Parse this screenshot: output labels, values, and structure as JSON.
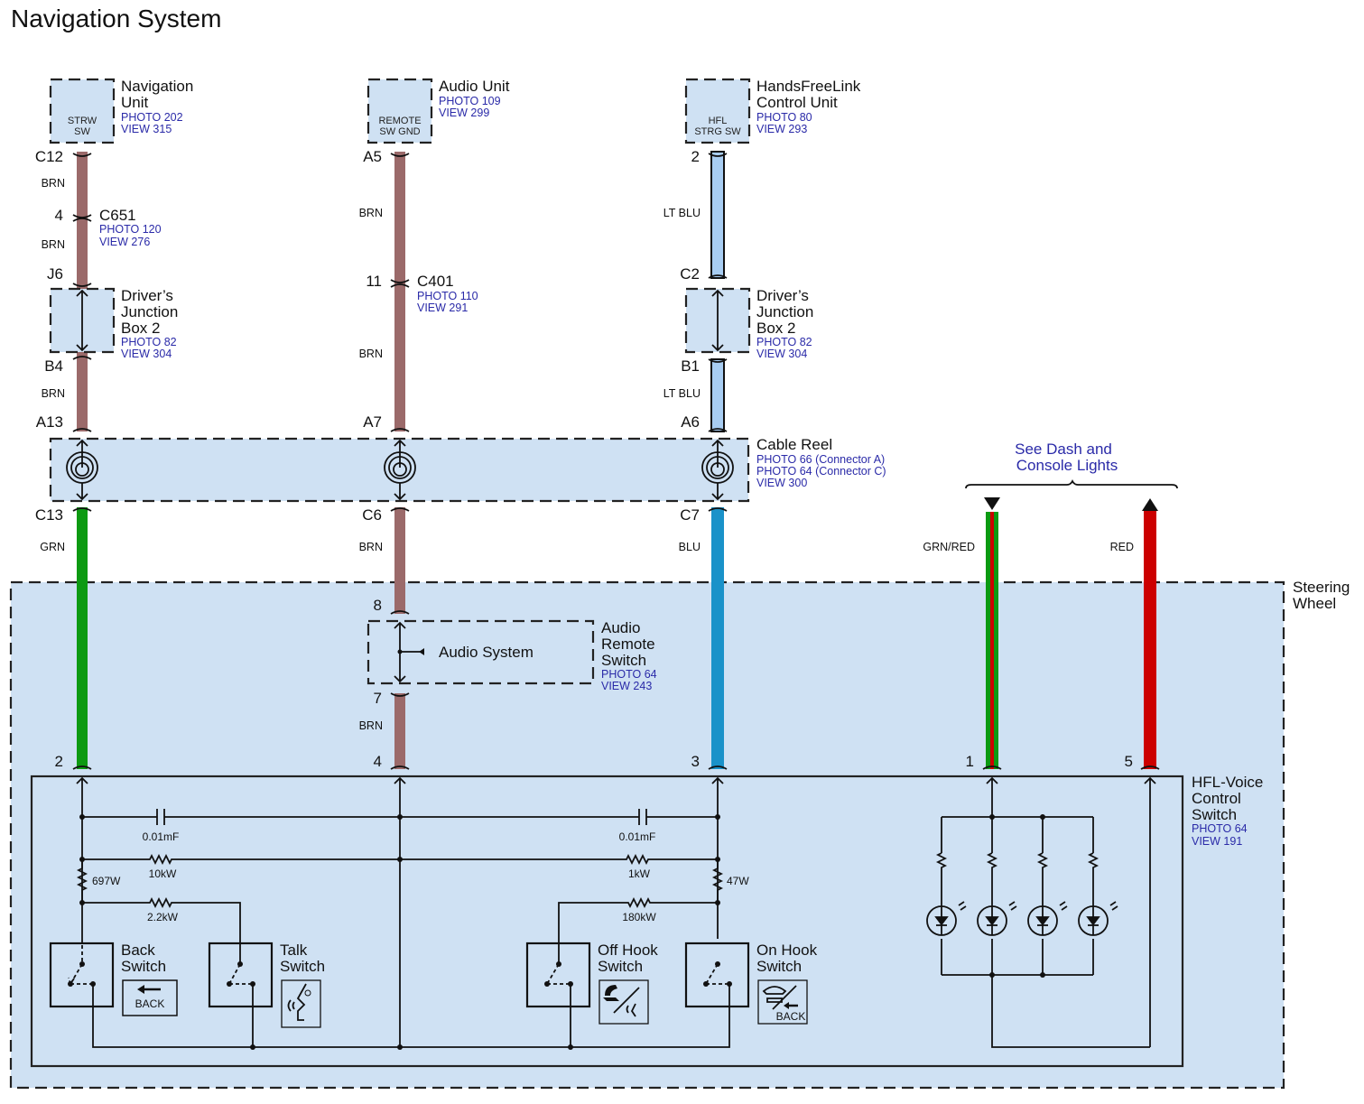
{
  "title": "Navigation System",
  "components": {
    "nav_unit": {
      "name_l1": "Navigation",
      "name_l2": "Unit",
      "photo": "PHOTO 202",
      "view": "VIEW 315",
      "terminal_l1": "STRW",
      "terminal_l2": "SW"
    },
    "audio_unit": {
      "name_l1": "Audio Unit",
      "photo": "PHOTO 109",
      "view": "VIEW 299",
      "terminal_l1": "REMOTE",
      "terminal_l2": "SW GND"
    },
    "hfl_unit": {
      "name_l1": "HandsFreeLink",
      "name_l2": "Control Unit",
      "photo": "PHOTO 80",
      "view": "VIEW 293",
      "terminal_l1": "HFL",
      "terminal_l2": "STRG SW"
    },
    "c651": {
      "name": "C651",
      "photo": "PHOTO 120",
      "view": "VIEW 276"
    },
    "c401": {
      "name": "C401",
      "photo": "PHOTO 110",
      "view": "VIEW 291"
    },
    "djb2_left": {
      "name_l1": "Driver’s",
      "name_l2": "Junction",
      "name_l3": "Box 2",
      "photo": "PHOTO 82",
      "view": "VIEW 304"
    },
    "djb2_right": {
      "name_l1": "Driver’s",
      "name_l2": "Junction",
      "name_l3": "Box 2",
      "photo": "PHOTO 82",
      "view": "VIEW 304"
    },
    "cable_reel": {
      "name": "Cable Reel",
      "photo_a": "PHOTO 66 (Connector A)",
      "photo_c": "PHOTO 64 (Connector C)",
      "view": "VIEW 300"
    },
    "dash_link": {
      "l1": "See Dash and",
      "l2": "Console Lights"
    },
    "steering_wheel": {
      "l1": "Steering",
      "l2": "Wheel"
    },
    "audio_remote": {
      "name_l1": "Audio",
      "name_l2": "Remote",
      "name_l3": "Switch",
      "photo": "PHOTO 64",
      "view": "VIEW 243",
      "inner": "Audio System"
    },
    "hfl_voice": {
      "name_l1": "HFL-Voice",
      "name_l2": "Control",
      "name_l3": "Switch",
      "photo": "PHOTO 64",
      "view": "VIEW 191"
    }
  },
  "pins": {
    "c12": "C12",
    "c651_4": "4",
    "j6": "J6",
    "b4": "B4",
    "a13": "A13",
    "c13": "C13",
    "sw2": "2",
    "a5": "A5",
    "c401_11": "11",
    "a7": "A7",
    "c6": "C6",
    "ar8": "8",
    "ar7": "7",
    "sw4": "4",
    "hfl2": "2",
    "c2": "C2",
    "b1": "B1",
    "a6": "A6",
    "c7": "C7",
    "sw3": "3",
    "sw1": "1",
    "sw5": "5"
  },
  "wires": {
    "nav_1": "BRN",
    "nav_2": "BRN",
    "nav_3": "BRN",
    "nav_4": "GRN",
    "aud_1": "BRN",
    "aud_2": "BRN",
    "aud_3": "BRN",
    "aud_4": "BRN",
    "hfl_1": "LT BLU",
    "hfl_2": "LT BLU",
    "hfl_3": "BLU",
    "light_1": "GRN/RED",
    "light_2": "RED"
  },
  "wire_colors": {
    "brown": "#9b6a6a",
    "green": "#0d9a12",
    "lt_blue": "#a8cdf2",
    "blue": "#1a92c9",
    "red": "#cc0000"
  },
  "parts": {
    "cap_left": "0.01mF",
    "cap_right": "0.01mF",
    "r_10k": "10kW",
    "r_697": "697W",
    "r_2k2": "2.2kW",
    "r_1k": "1kW",
    "r_47": "47W",
    "r_180k": "180kW"
  },
  "switches": {
    "back": {
      "l1": "Back",
      "l2": "Switch",
      "icon_text": "BACK"
    },
    "talk": {
      "l1": "Talk",
      "l2": "Switch"
    },
    "off_hook": {
      "l1": "Off Hook",
      "l2": "Switch"
    },
    "on_hook": {
      "l1": "On Hook",
      "l2": "Switch",
      "icon_text": "BACK"
    }
  }
}
